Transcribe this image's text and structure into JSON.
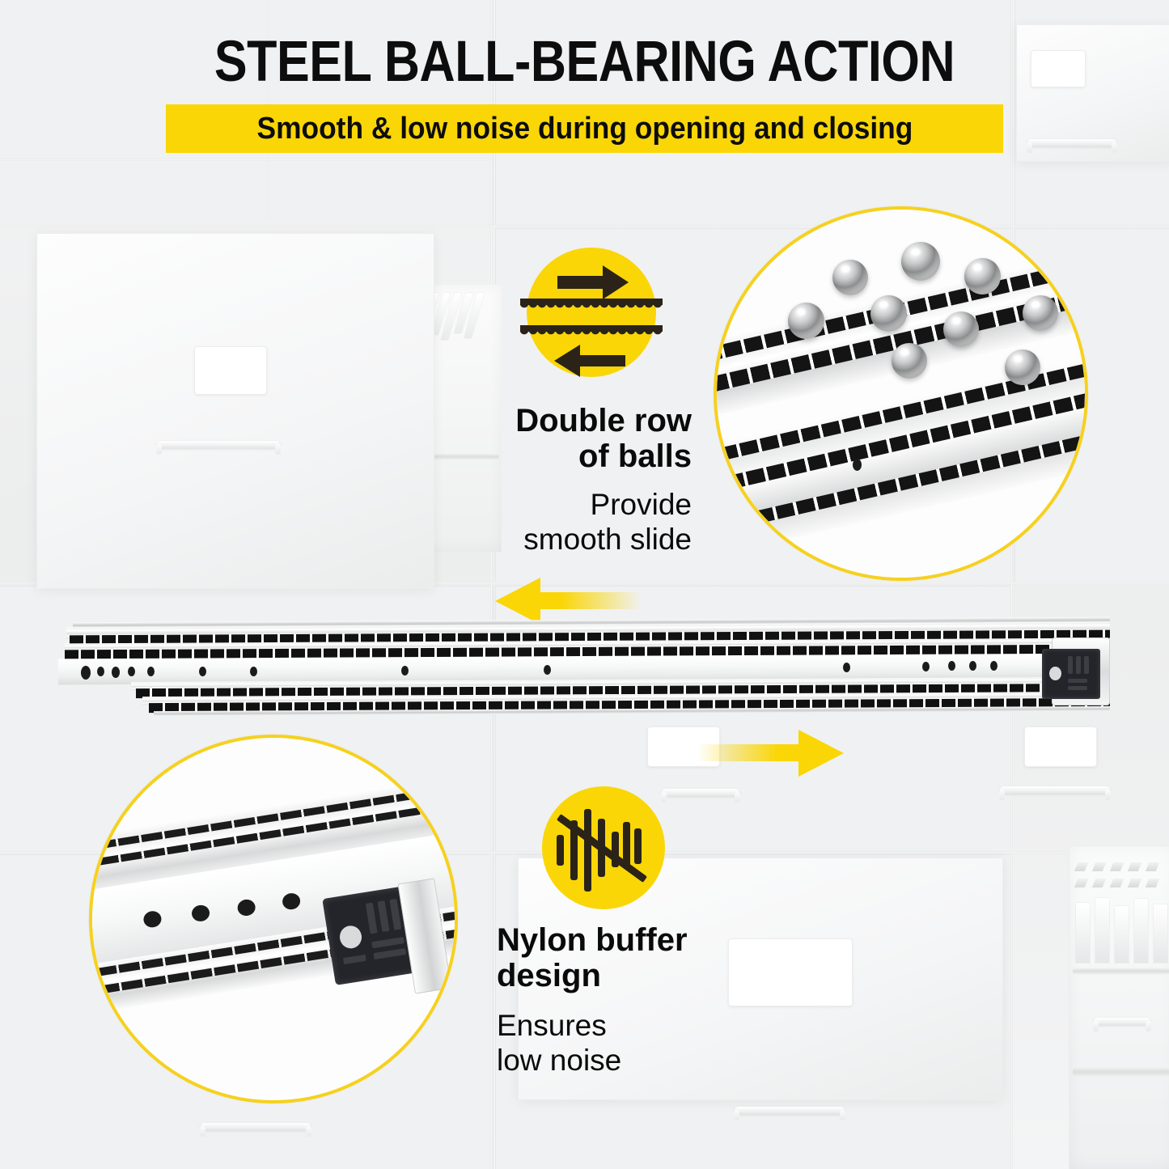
{
  "header": {
    "title": "STEEL BALL-BEARING ACTION",
    "subtitle": "Smooth & low noise during opening and closing"
  },
  "colors": {
    "accent_yellow": "#FAD606",
    "ring_yellow": "#F6D11E",
    "glyph_dark": "#2B2318",
    "text_dark": "#0A0A0A",
    "background": "#F1F2F3"
  },
  "features": [
    {
      "id": "double-row-of-balls",
      "icon": "double-row-ball-bearing-icon",
      "heading_line1": "Double row",
      "heading_line2": "of balls",
      "body_line1": "Provide",
      "body_line2": "smooth slide",
      "align": "right",
      "magnifier": "steel-balls-closeup"
    },
    {
      "id": "nylon-buffer-design",
      "icon": "no-noise-icon",
      "heading_line1": "Nylon buffer",
      "heading_line2": "design",
      "body_line1": "Ensures",
      "body_line2": "low noise",
      "align": "left",
      "magnifier": "nylon-buffer-closeup"
    }
  ],
  "product": {
    "name": "ball-bearing-drawer-slide",
    "balls_visible_in_magnifier": 9,
    "mounting_holes_in_magnifier": 4
  },
  "annotations": {
    "arrow_left": "pull-open-direction-arrow",
    "arrow_right": "push-close-direction-arrow"
  },
  "background_scene": {
    "description": "white filing cabinets with open drawers and hanging file folders"
  }
}
